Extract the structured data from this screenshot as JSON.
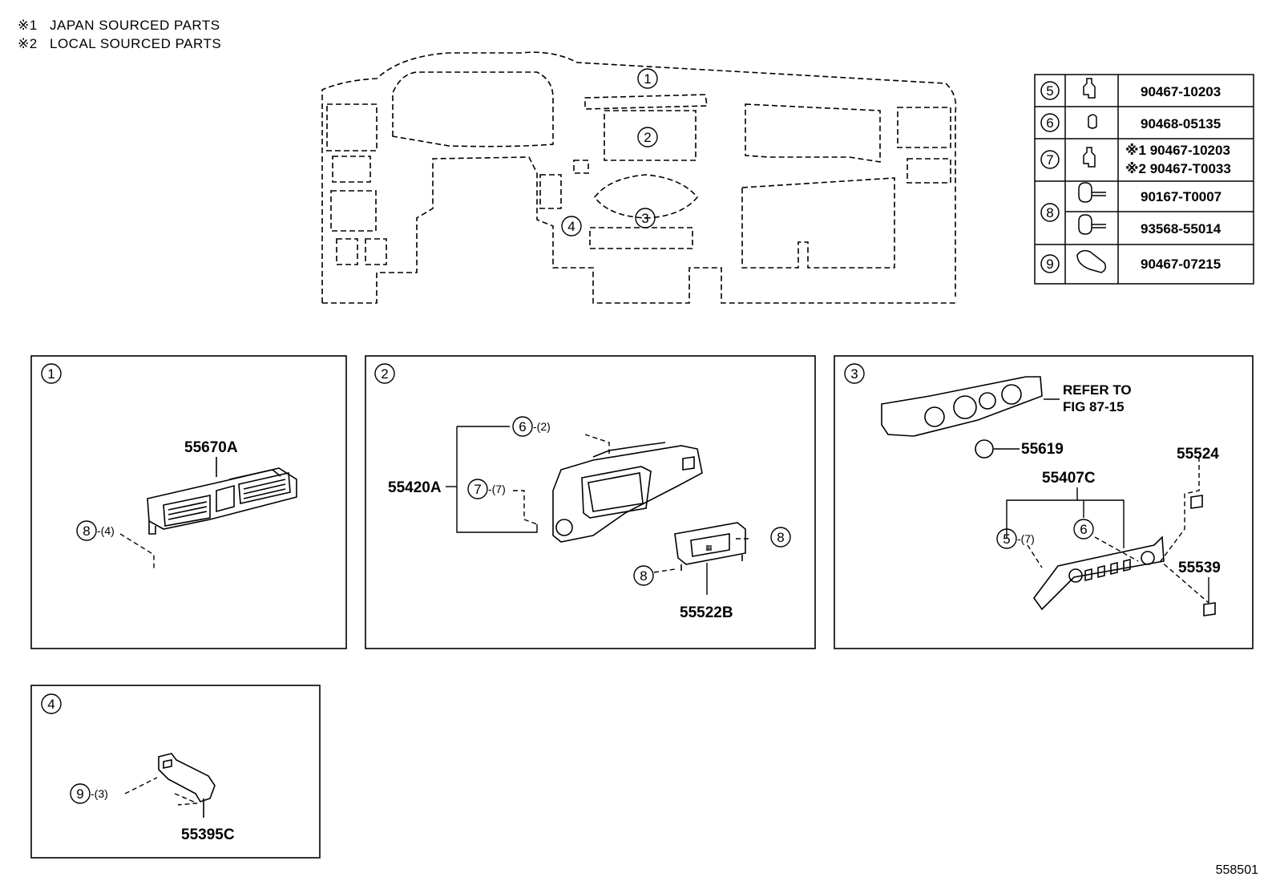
{
  "notes": [
    {
      "mark": "※1",
      "text": "JAPAN SOURCED PARTS"
    },
    {
      "mark": "※2",
      "text": "LOCAL SOURCED PARTS"
    }
  ],
  "overview_callouts": [
    "1",
    "2",
    "3",
    "4"
  ],
  "fastener_table": [
    {
      "ref": "5",
      "icon": "clip-icon",
      "parts": [
        "90467-10203"
      ]
    },
    {
      "ref": "6",
      "icon": "clip-icon",
      "parts": [
        "90468-05135"
      ]
    },
    {
      "ref": "7",
      "icon": "clip-icon",
      "parts": [
        "※1 90467-10203",
        "※2 90467-T0033"
      ]
    },
    {
      "ref": "8",
      "icon": "screw-icon",
      "parts": [
        "90167-T0007",
        "93568-55014"
      ]
    },
    {
      "ref": "9",
      "icon": "pin-icon",
      "parts": [
        "90467-07215"
      ]
    }
  ],
  "panels": {
    "p1": {
      "ref": "1",
      "part": "55670A",
      "callout": "8",
      "qty": "-(4)"
    },
    "p2": {
      "ref": "2",
      "part_main": "55420A",
      "part_sub": "55522B",
      "callout_a": "6",
      "qty_a": "-(2)",
      "callout_b": "7",
      "qty_b": "-(7)",
      "callout_c": "8",
      "callout_d": "8"
    },
    "p3": {
      "ref": "3",
      "refer_line1": "REFER TO",
      "refer_line2": "FIG 87-15",
      "part_knob": "55619",
      "part_main": "55407C",
      "part_sw1": "55524",
      "part_sw2": "55539",
      "callout_a": "5",
      "qty_a": "-(7)",
      "callout_b": "6"
    },
    "p4": {
      "ref": "4",
      "part": "55395C",
      "callout": "9",
      "qty": "-(3)"
    }
  },
  "figure_number": "558501"
}
